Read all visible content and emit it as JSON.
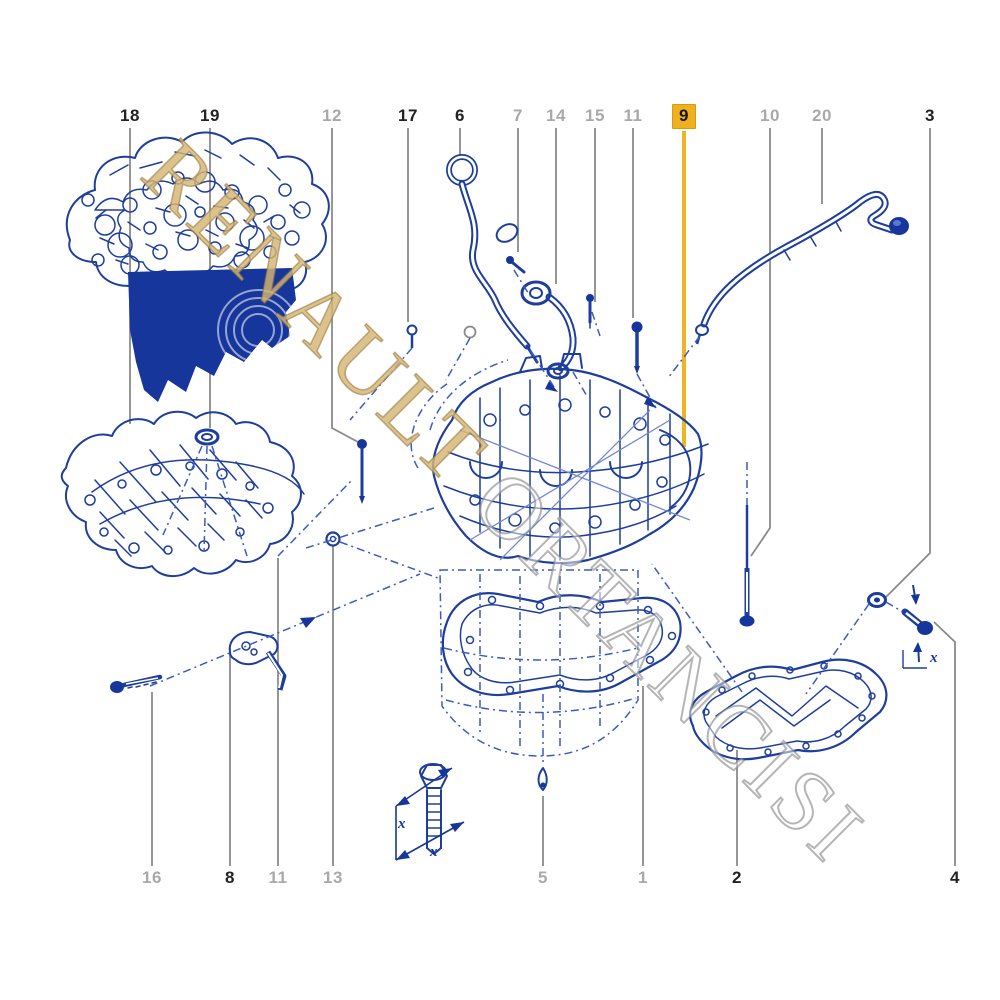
{
  "diagram": {
    "background": "#ffffff",
    "art_color": "#1e3e9e",
    "solid_fill_color": "#16369c",
    "leader_line_color": "#8a8a8a",
    "highlight_color": "#f0b322",
    "label_dark_color": "#222222",
    "label_muted_color": "#a9a9a9"
  },
  "selected_part": "9",
  "watermark": {
    "line1": "RENAULT",
    "line2": "ORTANCISI"
  },
  "labels": {
    "top": [
      {
        "text": "18"
      },
      {
        "text": "19"
      },
      {
        "text": "12"
      },
      {
        "text": "17"
      },
      {
        "text": "6"
      },
      {
        "text": "7"
      },
      {
        "text": "14"
      },
      {
        "text": "15"
      },
      {
        "text": "11"
      },
      {
        "text": "9",
        "highlighted": true
      },
      {
        "text": "10"
      },
      {
        "text": "20"
      },
      {
        "text": "3"
      }
    ],
    "bottom": [
      {
        "text": "16"
      },
      {
        "text": "8"
      },
      {
        "text": "11"
      },
      {
        "text": "13"
      },
      {
        "text": "5"
      },
      {
        "text": "1"
      },
      {
        "text": "2"
      },
      {
        "text": "4"
      }
    ]
  },
  "annotations": {
    "dim_x": "x"
  }
}
